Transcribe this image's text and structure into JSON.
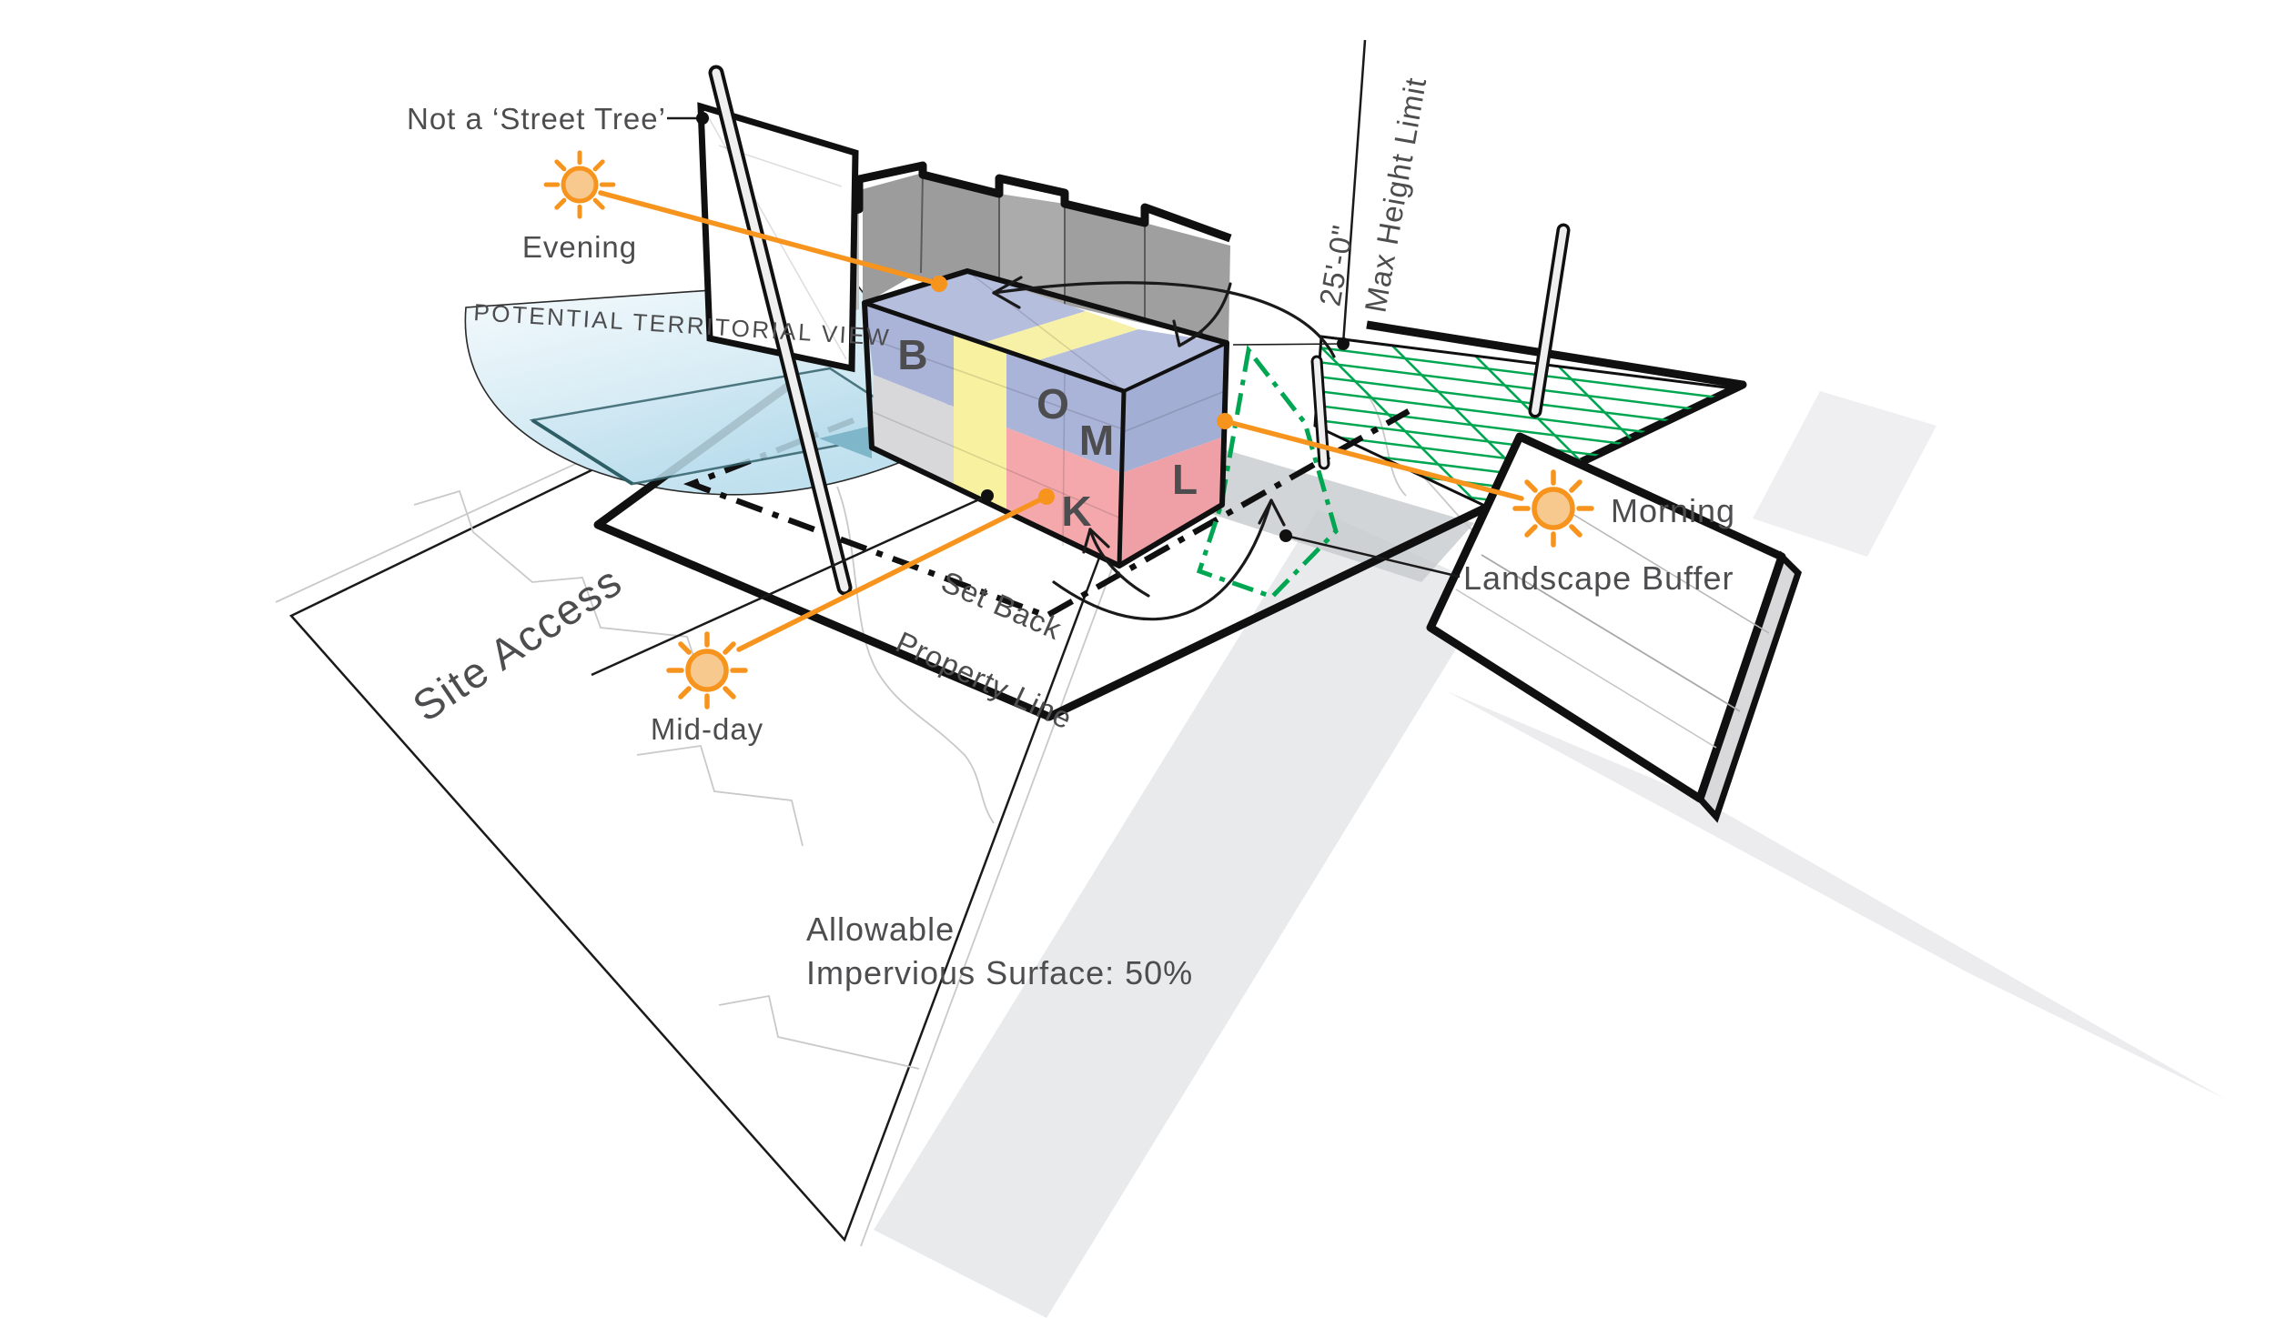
{
  "title": "Site Analysis Axonometric Diagram",
  "labels": {
    "not_street_tree": "Not a ‘Street Tree’",
    "evening": "Evening",
    "territorial_view": "POTENTIAL TERRITORIAL VIEW",
    "site_access": "Site Access",
    "mid_day": "Mid-day",
    "set_back": "Set Back",
    "property_line": "Property Line",
    "height_dimension": "25'-0\"",
    "max_height_limit": "Max Height Limit",
    "morning": "Morning",
    "landscape_buffer": "Landscape Buffer",
    "impervious_line1": "Allowable",
    "impervious_line2": "Impervious Surface: 50%"
  },
  "building": {
    "units": [
      {
        "label": "B",
        "face": "front-left-upper"
      },
      {
        "label": "O",
        "face": "front-right-upper"
      },
      {
        "label": "M",
        "face": "front-right-upper"
      },
      {
        "label": "K",
        "face": "front-right-lower"
      },
      {
        "label": "L",
        "face": "side-right-lower"
      }
    ]
  },
  "suns": [
    {
      "name": "Evening"
    },
    {
      "name": "Mid-day"
    },
    {
      "name": "Morning"
    }
  ],
  "colors": {
    "orange": "#F7941E",
    "green": "#00A651",
    "blue_face": "#AAB4D8",
    "blue_face_right": "#A3AED4",
    "blue_roof": "#B6BEDE",
    "yellow": "#F8F2A0",
    "yellow_roof": "#F7F1A8",
    "pink": "#F4A8AC",
    "pink_right": "#EFA0A7",
    "gray_face": "#D8D8DB",
    "ink": "#4D4D4F"
  }
}
